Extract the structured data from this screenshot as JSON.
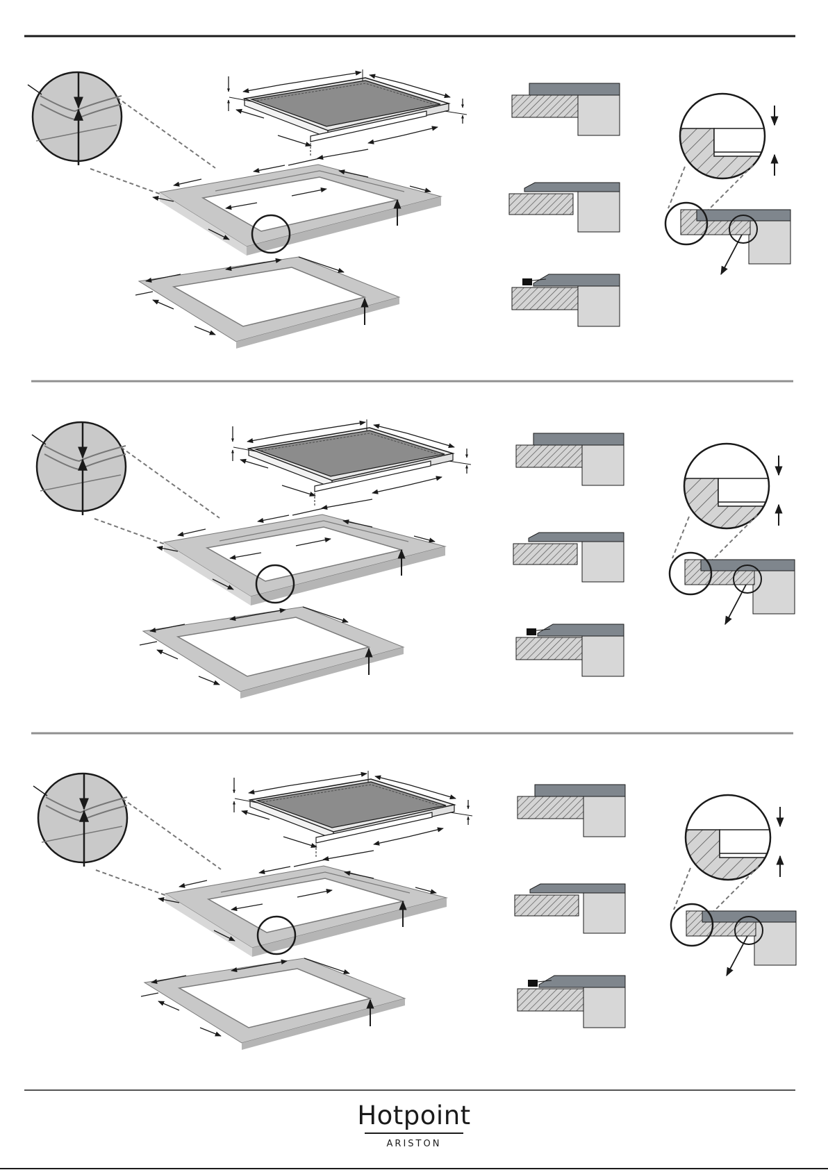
{
  "colors": {
    "frame": "#c8c8c8",
    "hob_glass": "#8c8c8c",
    "worktop": "#7f868d",
    "cabinet": "#d7d7d7",
    "hatch": "#555555",
    "line": "#1a1a1a",
    "rule": "#909090"
  },
  "footer": {
    "brand_name": "Hotpoint",
    "brand_sub": "ARISTON"
  },
  "panels": [
    {
      "variant": "a"
    },
    {
      "variant": "b"
    },
    {
      "variant": "c"
    }
  ]
}
